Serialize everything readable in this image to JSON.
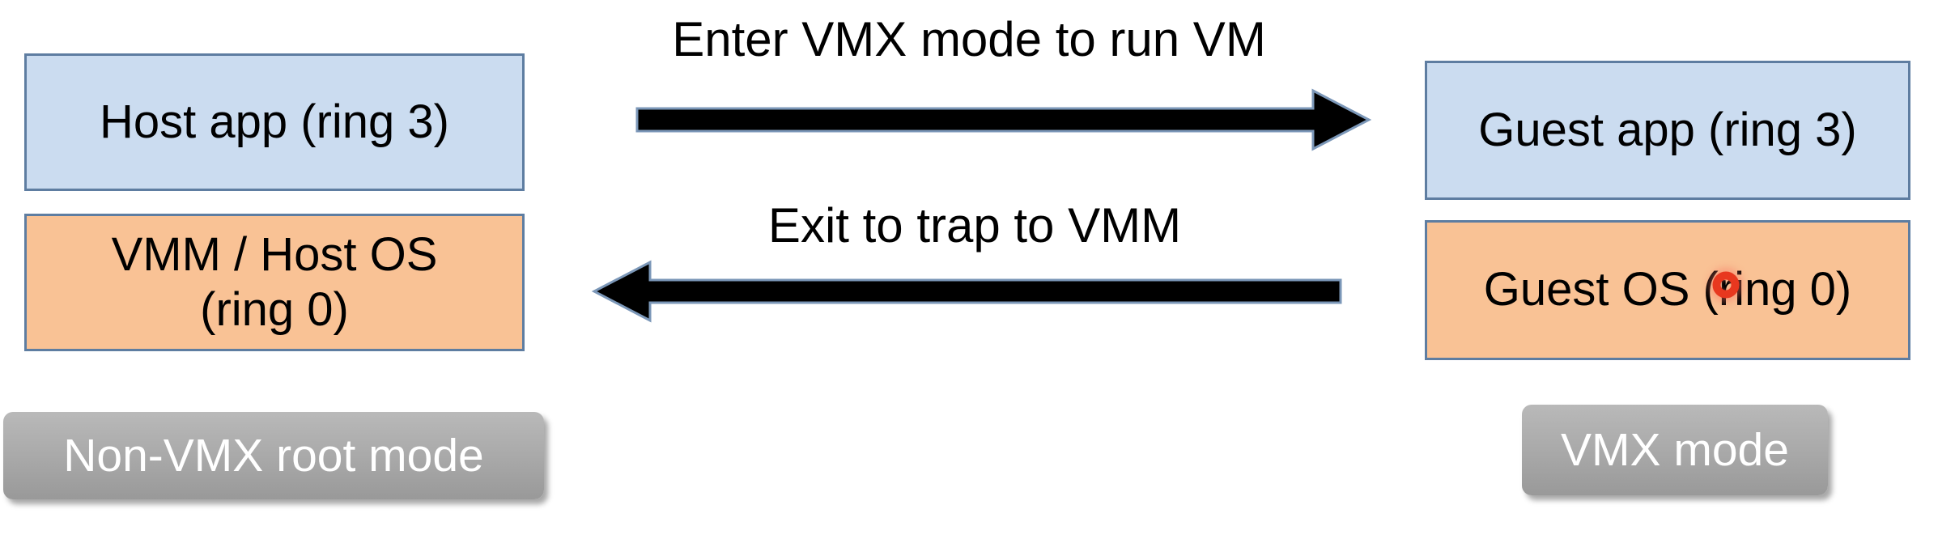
{
  "left_column": {
    "app_box_label": "Host app (ring 3)",
    "os_box_line1": "VMM / Host OS",
    "os_box_line2": "(ring 0)",
    "badge_label": "Non-VMX root mode"
  },
  "right_column": {
    "app_box_label": "Guest app (ring 3)",
    "os_box_pre": "Guest OS (",
    "os_box_pointed": "r",
    "os_box_post": "ing 0)",
    "badge_label": "VMX mode"
  },
  "arrows": {
    "enter_label": "Enter VMX mode to run VM",
    "enter_direction": "right",
    "exit_label": "Exit to trap to VMM",
    "exit_direction": "left"
  },
  "colors": {
    "background": "#ffffff",
    "app_box_fill": "#cbdcf0",
    "os_box_fill": "#f9c295",
    "box_border": "#5e7da1",
    "badge_fill": "#a8a8a8",
    "badge_text": "#ffffff",
    "arrow_fill": "#000000",
    "arrow_outline": "#7b97b8",
    "laser_pointer_dot": "#e8381f",
    "text": "#000000"
  }
}
